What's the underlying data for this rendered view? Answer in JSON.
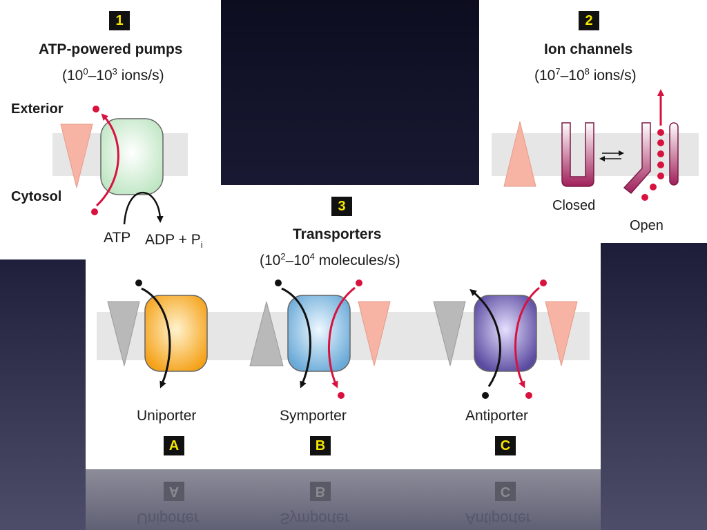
{
  "panel_1": {
    "badge": "1",
    "title": "ATP-powered pumps",
    "rate": {
      "prefix": "(10",
      "exp1": "0",
      "mid": "–10",
      "exp2": "3",
      "suffix": " ions/s)"
    },
    "label_exterior": "Exterior",
    "label_cytosol": "Cytosol",
    "label_atp": "ATP",
    "label_adp": "ADP + P",
    "label_adp_sub": "i"
  },
  "panel_2": {
    "badge": "2",
    "title": "Ion channels",
    "rate": {
      "prefix": "(10",
      "exp1": "7",
      "mid": "–10",
      "exp2": "8",
      "suffix": " ions/s)"
    },
    "label_closed": "Closed",
    "label_open": "Open"
  },
  "panel_3": {
    "badge": "3",
    "title": "Transporters",
    "rate": {
      "prefix": "(10",
      "exp1": "2",
      "mid": "–10",
      "exp2": "4",
      "suffix": " molecules/s)"
    },
    "transporters": [
      {
        "label": "Uniporter",
        "badge": "A"
      },
      {
        "label": "Symporter",
        "badge": "B"
      },
      {
        "label": "Antiporter",
        "badge": "C"
      }
    ]
  },
  "colors": {
    "ion_red": "#d8123e",
    "pump_green": "#cdeecf",
    "uniporter_orange": "#f5a21a",
    "symporter_blue": "#7cb8e2",
    "antiporter_purple": "#6d5bb0",
    "channel_magenta": "#a0205a",
    "membrane_gray": "#e6e6e6",
    "gradient_pink": "#f7b3a3",
    "gradient_gray": "#b9b9b9",
    "badge_yellow": "#f4e600"
  }
}
